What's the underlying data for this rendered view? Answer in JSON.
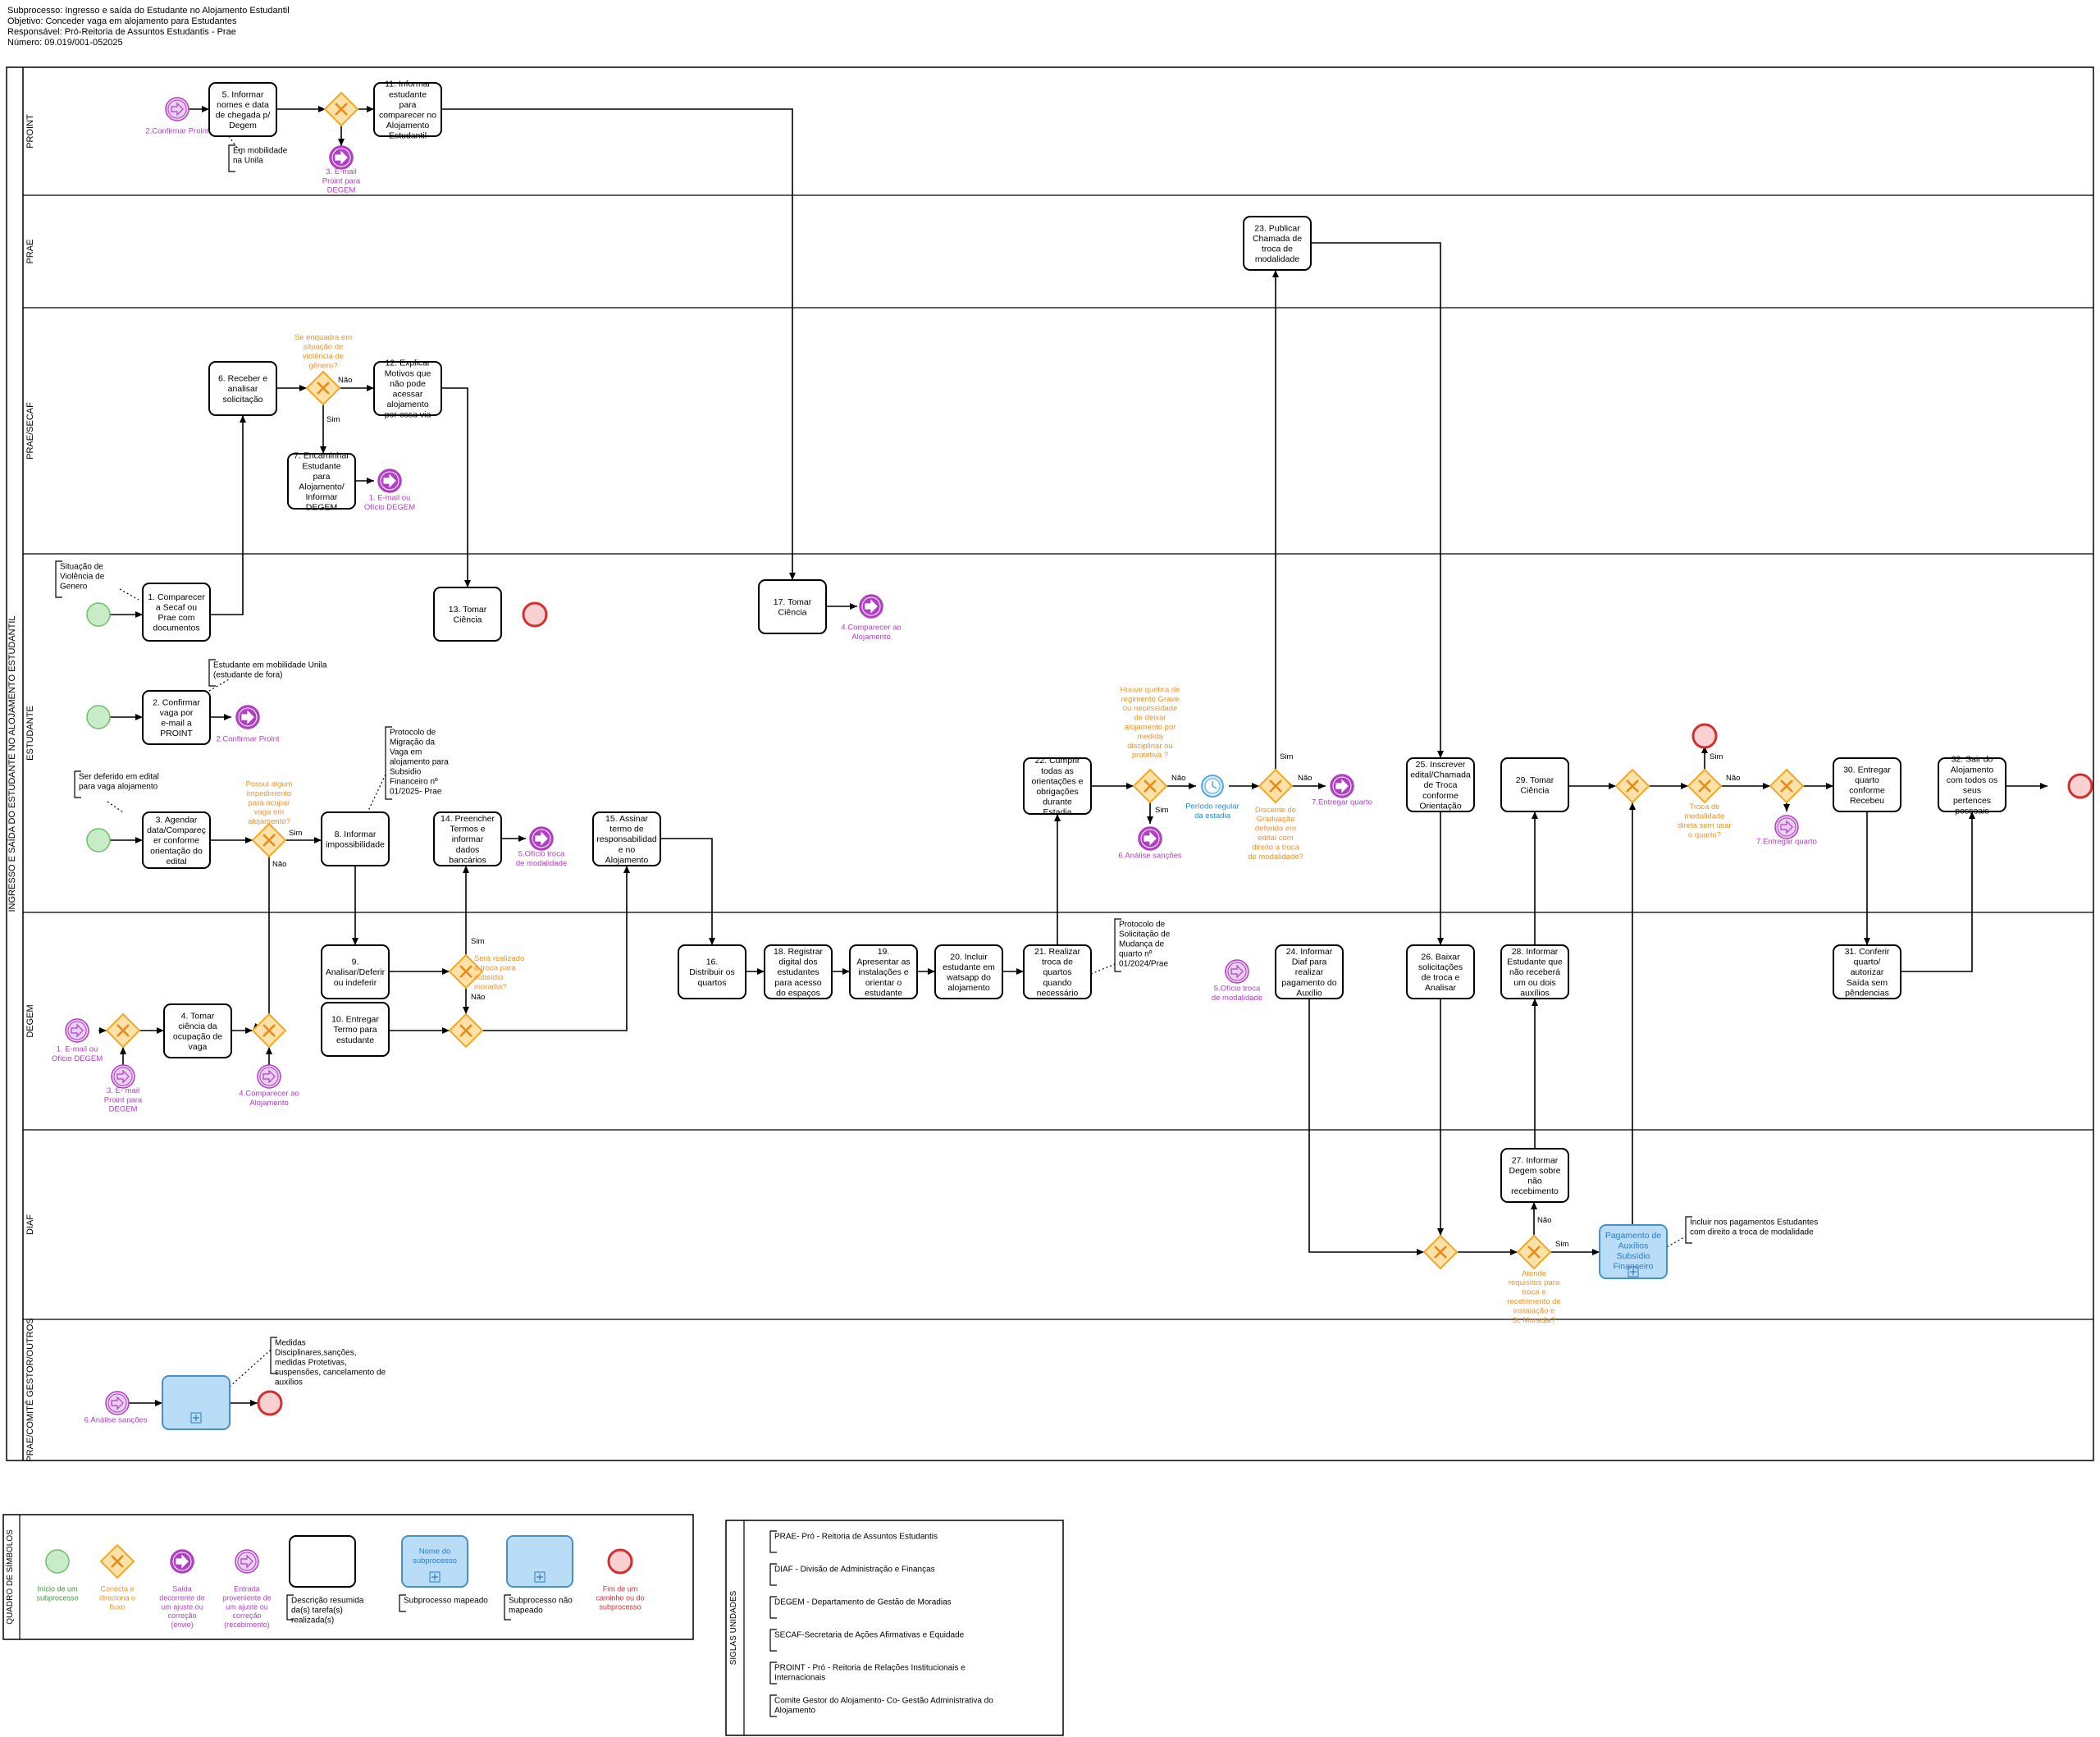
{
  "header": {
    "lines": [
      "Subprocesso: Ingresso e saída do Estudante no Alojamento Estudantil",
      "Objetivo: Conceder vaga em alojamento para Estudantes",
      "Responsável: Pró-Reitoria de Assuntos Estudantis - Prae",
      "Número: 09.019/001-052025"
    ]
  },
  "pool": {
    "label": "INGRESSO E SAÍDA DO ESTUDANTE NO ALOJAMENTO ESTUDANTIL"
  },
  "lanes": [
    "PROINT",
    "PRAE",
    "PRAE/SECAF",
    "ESTUDANTE",
    "DEGEM",
    "DIAF",
    "PRAE/COMITÊ GESTOR/OUTROS"
  ],
  "colors": {
    "start": "#6abf69",
    "gateway": "#f5a623",
    "message": "#b03fc4",
    "end": "#d32f2f",
    "subprocess": "#b9ddf7",
    "timer": "#4aa3df",
    "orange_text": "#f0932b",
    "purple_text": "#b03fc4",
    "blue_text": "#2e8bd0"
  },
  "tasks": {
    "t1": "1. Comparecer a Secaf ou Prae com documentos",
    "t2": "2. Confirmar vaga por e-mail a PROINT",
    "t3": "3. Agendar data/Compareç er conforme orientação do edital",
    "t4": "4. Tomar ciência da ocupação de vaga",
    "t5": "5. Informar nomes e data de chegada p/ Degem",
    "t6": "6. Receber e analisar solicitação",
    "t7": "7. Encaminhar Estudante para Alojamento/ Informar DEGEM",
    "t8": "8. Informar impossibilidade",
    "t9": "9. Analisar/Deferir ou indeferir",
    "t10": "10. Entregar Termo para estudante",
    "t11": "11. Informar estudante para comparecer no Alojamento Estudantil",
    "t12": "12. Explicar Motivos que não pode acessar alojamento por essa via",
    "t13": "13. Tomar Ciência",
    "t14": "14. Preencher Termos e informar dados bancários",
    "t15": "15. Assinar termo de responsabilidad e no Alojamento",
    "t16": "16. Distribuir os quartos",
    "t17": "17. Tomar Ciência",
    "t18": "18. Registrar digital dos estudantes para acesso do espaços",
    "t19": "19. Apresentar as instalações e orientar o estudante",
    "t20": "20. Incluir estudante em watsapp do alojamento",
    "t21": "21. Realizar troca de quartos quando necessário",
    "t22": "22. Cumprir todas as orientações e obrigações durante Estadia",
    "t23": "23. Publicar Chamada de troca de modalidade",
    "t24": "24. Informar Diaf para realizar pagamento do Auxílio",
    "t25": "25. Inscrever edital/Chamada de Troca conforme Orientação",
    "t26": "26. Baixar solicitações de troca e Analisar",
    "t27": "27. Informar Degem sobre não recebimento",
    "t28": "28. Informar Estudante que não receberá um ou dois auxílios",
    "t29": "29. Tomar Ciência",
    "t30": "30. Entregar quarto conforme Recebeu",
    "t31": "31. Conferir quarto/ autorizar Saída sem pêndencias",
    "t32": "32. Sair do Alojamento com todos os seus pertences pessoais",
    "pagamento": "Pagamento de Auxílios Subsídio Financeiro"
  },
  "messages": {
    "m_confirmar_proint_top": "2.Confirmar Proint",
    "m_email_proint_top": "3. E-mail Proint para DEGEM",
    "m_email_oficio_secaf": "1. E-mail ou Ofício DEGEM",
    "m_comparecer_17": "4.Comparecer ao Alojamento",
    "m_confirmar_proint_est": "2.Confirmar Proint",
    "m_oficio_troca_14": "5.Ofício troca de modalidade",
    "m_analise_sancoes_22": "6.Análise sanções",
    "m_entregar_quarto_1": "7.Entregar quarto",
    "m_entregar_quarto_2": "7.Entregar quarto",
    "m_oficio_troca_24": "5.Ofício troca de modalidade",
    "m_email_oficio_degem": "1. E-mail ou Ofício DEGEM",
    "m_email_proint_degem": "3. E- mail Proint para DEGEM",
    "m_comparecer_degem": "4.Comparecer ao Alojamento",
    "m_analise_sancoes_comite": "6.Análise sanções"
  },
  "gateways": {
    "g_violencia": "Se enquadra em situação de violência de gênero?",
    "g_impedimento": "Possui algum impedimento para ocupar vaga em alojamento?",
    "g_troca_subsidio": "Será realizado a troca para subsídio moradia?",
    "g_quebra": "Houve quebra de regimento Grave ou necessidade de deixar alojamento por medida disciplinar ou protetiva ?",
    "g_discente": "Discente de Graduação deferido em edital com direito a troca de modalidade?",
    "g_troca_sem_usar": "Troca de modalidade direta sem usar o quarto?",
    "g_atende": "Atende requisitos para troca e recebimento de instalação e 3i. Moradia?",
    "timer": "Período regular da estadia"
  },
  "flow_labels": {
    "sim": "Sim",
    "nao": "Não"
  },
  "annotations": {
    "a_mobilidade": "Em mobilidade na Unila",
    "a_violencia": "Situação de Violência de Genero",
    "a_mobilidade_unila": "Estudante em mobilidade Unila (estudante de fora)",
    "a_deferido": "Ser deferido em edital para vaga alojamento",
    "a_protocolo_migracao": "Protocolo de Migração da Vaga em alojamento para Subsidio Financeiro nº 01/2025- Prae",
    "a_protocolo_solicitacao": "Protocolo de Solicitação de Mudança de quarto nº 01/2024/Prae",
    "a_pagamentos": "Incluir nos pagamentos Estudantes com direito a troca de modalidade",
    "a_medidas": "Medidas Disciplinares,sanções, medidas Protetivas, suspensões, cancelamento de auxílios"
  },
  "legend": {
    "title": "QUADRO DE SÍMBOLOS",
    "items": {
      "inicio": "Início de um subprocesso",
      "conecta": "Conecta e direciona o fluxo",
      "saida": "Saída decorrente de um ajuste ou correção (envio)",
      "entrada": "Entrada proveniente de um ajuste ou correção (recebimento)",
      "descricao": "Descrição resumida da(s) tarefa(s) realizada(s)",
      "nome_subprocesso": "Nome do subprocesso",
      "mapeado": "Subprocesso mapeado",
      "nao_mapeado": "Subprocesso não mapeado",
      "fim": "Fim de um caminho ou do subprocesso"
    }
  },
  "siglas": {
    "title": "SIGLAS UNIDADES",
    "items": [
      "PRAE- Pró - Reitoria de Assuntos Estudantis",
      "DIAF - Divisão de Administração e Finanças",
      "DEGEM - Departamento de Gestão de Moradias",
      "SECAF-Secretaria de Ações Afirmativas e Equidade",
      "PROINT - Pró - Reitoria de Relações Institucionais e Internacionais",
      "Comite Gestor do Alojamento- Co- Gestão Administrativa do Alojamento"
    ]
  }
}
